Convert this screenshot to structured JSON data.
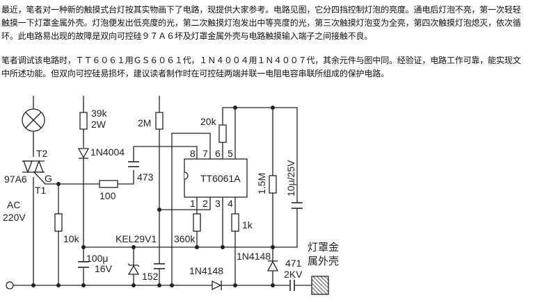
{
  "article": {
    "paragraph1_lines": [
      "最近，笔者对一种新的触摸式台灯按其实物画下了电路，现提供大家参考。电路见图，它分四挡控制灯泡的亮度。通电后灯泡不亮，第一次轻轻",
      "触摸一下灯罩金属外壳。灯泡便发出低亮度的光，第二次触摸灯泡发出中等亮度的光，第三次触摸灯泡变为全亮，第四次触摸灯泡熄灭，依次循",
      "环。此电路易出现的故障是双向可控硅９７Ａ６坏及灯罩金属外壳与电路触摸输入端子之间接触不良。"
    ],
    "paragraph2_lines": [
      "笔者调试该电路时，ＴＴ６０６１用ＧＳ６０６１代，１Ｎ４００４用１Ｎ４００７代，其余元件与图中同。经验证，电路工作可靠，能实现文",
      "中所述功能。但双向可控硅易损坏，建议读者制作时在可控硅两端并联一电阻电容串联所组成的保护电路。"
    ]
  },
  "schematic": {
    "triac": "97A6",
    "t2": "T2",
    "t1": "T1",
    "g": "G",
    "ac": "AC",
    "ac_v": "220V",
    "r39k": "39k",
    "r39k_w": "2W",
    "d1": "1N4004",
    "r2m": "2M",
    "r20k": "20k",
    "c473": "473",
    "r100": "100",
    "ic": "TT6061A",
    "pins": [
      "1",
      "2",
      "3",
      "4",
      "5",
      "6",
      "7",
      "8"
    ],
    "r15m": "1.5M",
    "c10u": "10μ/25V",
    "r10k": "10k",
    "zener": "KEL29V1",
    "r360k": "360k",
    "r1k": "1k",
    "c100u": "100μ",
    "c100u_v": "16V",
    "c152": "152",
    "d2": "1N4148",
    "d3": "1N4148",
    "c471": "471",
    "c471_v": "2KV",
    "touch_label_1": "灯罩金",
    "touch_label_2": "属外壳"
  }
}
